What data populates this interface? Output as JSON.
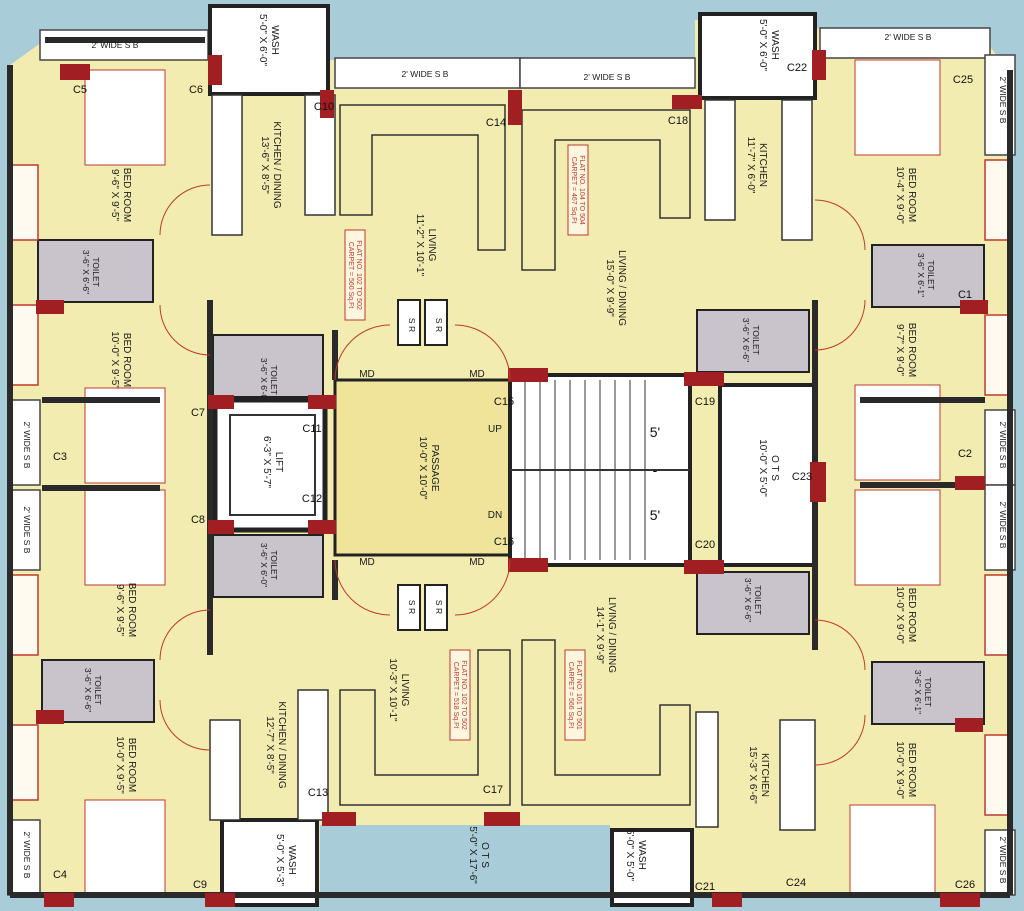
{
  "sunshade": "2' WIDE S B",
  "flat_note_tl": [
    "FLAT NO. 102 TO 502",
    "CARPET = 560 Sq.Ft"
  ],
  "flat_note_tr": [
    "FLAT NO. 104 TO 504",
    "CARPET = 467 Sq.Ft"
  ],
  "flat_note_bl": [
    "FLAT NO. 102 TO 502",
    "CARPET = 518 Sq.Ft"
  ],
  "flat_note_br": [
    "FLAT NO. 101 TO 501",
    "CARPET = 566 Sq.Ft"
  ],
  "rooms": {
    "wash_tl": [
      "WASH",
      "5'-0\" X 6'-0\""
    ],
    "wash_tr": [
      "WASH",
      "5'-0\" X 6'-0\""
    ],
    "wash_bl": [
      "WASH",
      "5'-0\" X 5'-3\""
    ],
    "wash_br": [
      "WASH",
      "5'-0\" X 5'-0\""
    ],
    "kitchen_tl": [
      "KITCHEN / DINING",
      "13'-6\" X 8'-5\""
    ],
    "kitchen_tr": [
      "KITCHEN",
      "11'-7\" X 6'-0\""
    ],
    "kitchen_bl": [
      "KITCHEN / DINING",
      "12'-7\" X 8'-5\""
    ],
    "kitchen_br": [
      "KITCHEN",
      "15'-3\" X 6'-6\""
    ],
    "living_tl": [
      "LIVING",
      "11'-2\" X 10'-1\""
    ],
    "living_tr": [
      "LIVING / DINING",
      "15'-0\" X 9'-9\""
    ],
    "living_bl": [
      "LIVING",
      "10'-3\" X 10'-1\""
    ],
    "living_br": [
      "LIVING / DINING",
      "14'-1\" X 9'-9\""
    ],
    "bed_tl1": [
      "BED ROOM",
      "9'-6\" X 9'-5\""
    ],
    "bed_tl2": [
      "BED ROOM",
      "10'-0\" X 9'-5\""
    ],
    "bed_bl1": [
      "BED ROOM",
      "9'-6\" X 9'-5\""
    ],
    "bed_bl2": [
      "BED ROOM",
      "10'-0\" X 9'-5\""
    ],
    "bed_tr1": [
      "BED ROOM",
      "10'-4\" X 9'-0\""
    ],
    "bed_tr2": [
      "BED ROOM",
      "9'-7\" X 9'-0\""
    ],
    "bed_br1": [
      "BED ROOM",
      "10'-0\" X 9'-0\""
    ],
    "bed_br2": [
      "BED ROOM",
      "10'-0\" X 9'-0\""
    ],
    "toilet_l1": [
      "TOILET",
      "3'-6\" X 6'-6\""
    ],
    "toilet_l2": [
      "TOILET",
      "3'-6\" X 6'-0\""
    ],
    "toilet_l3": [
      "TOILET",
      "3'-6\" X 6'-0\""
    ],
    "toilet_l4": [
      "TOILET",
      "3'-6\" X 6'-6\""
    ],
    "toilet_r1": [
      "TOILET",
      "3'-6\" X 6'-1\""
    ],
    "toilet_r2": [
      "TOILET",
      "3'-6\" X 6'-6\""
    ],
    "toilet_r3": [
      "TOILET",
      "3'-6\" X 6'-6\""
    ],
    "toilet_r4": [
      "TOILET",
      "3'-6\" X 6'-1\""
    ],
    "lift": [
      "LIFT",
      "6'-3\" X 5'-7\""
    ],
    "passage": [
      "PASSAGE",
      "10'-0\" X 10'-0\""
    ],
    "ots_c": [
      "O T S",
      "10'-0\" X 5'-0\""
    ],
    "ots_b": [
      "O T S",
      "5'-0\" X 17'-6\""
    ]
  },
  "markers": {
    "md": "MD",
    "sr": "S R",
    "up": "UP",
    "dn": "DN",
    "five": "5'",
    "dash": "-"
  },
  "columns": {
    "c5": "C5",
    "c6": "C6",
    "c10": "C10",
    "c14": "C14",
    "c18": "C18",
    "c22": "C22",
    "c25": "C25",
    "c7": "C7",
    "c3": "C3",
    "c8": "C8",
    "c4": "C4",
    "c9": "C9",
    "c11": "C11",
    "c12": "C12",
    "c15": "C15",
    "c16": "C16",
    "c19": "C19",
    "c20": "C20",
    "c23": "C23",
    "c2": "C2",
    "c13": "C13",
    "c17": "C17",
    "c21": "C21",
    "c24": "C24",
    "c26": "C26",
    "c1": "C1"
  },
  "colors": {
    "floor": "#f3ecb0",
    "wall": "#2a2a2a",
    "column": "#a11e22",
    "toilet": "#c9c3cb",
    "sky": "#a9cdd8"
  }
}
